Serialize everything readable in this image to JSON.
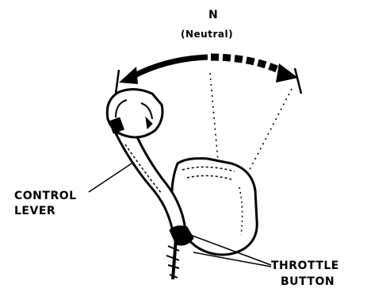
{
  "labels": {
    "n": "N",
    "neutral": "(Neutral)",
    "control_line1": "CONTROL",
    "control_line2": "LEVER",
    "throttle_line1": "THROTTLE",
    "throttle_line2": "BUTTON"
  }
}
